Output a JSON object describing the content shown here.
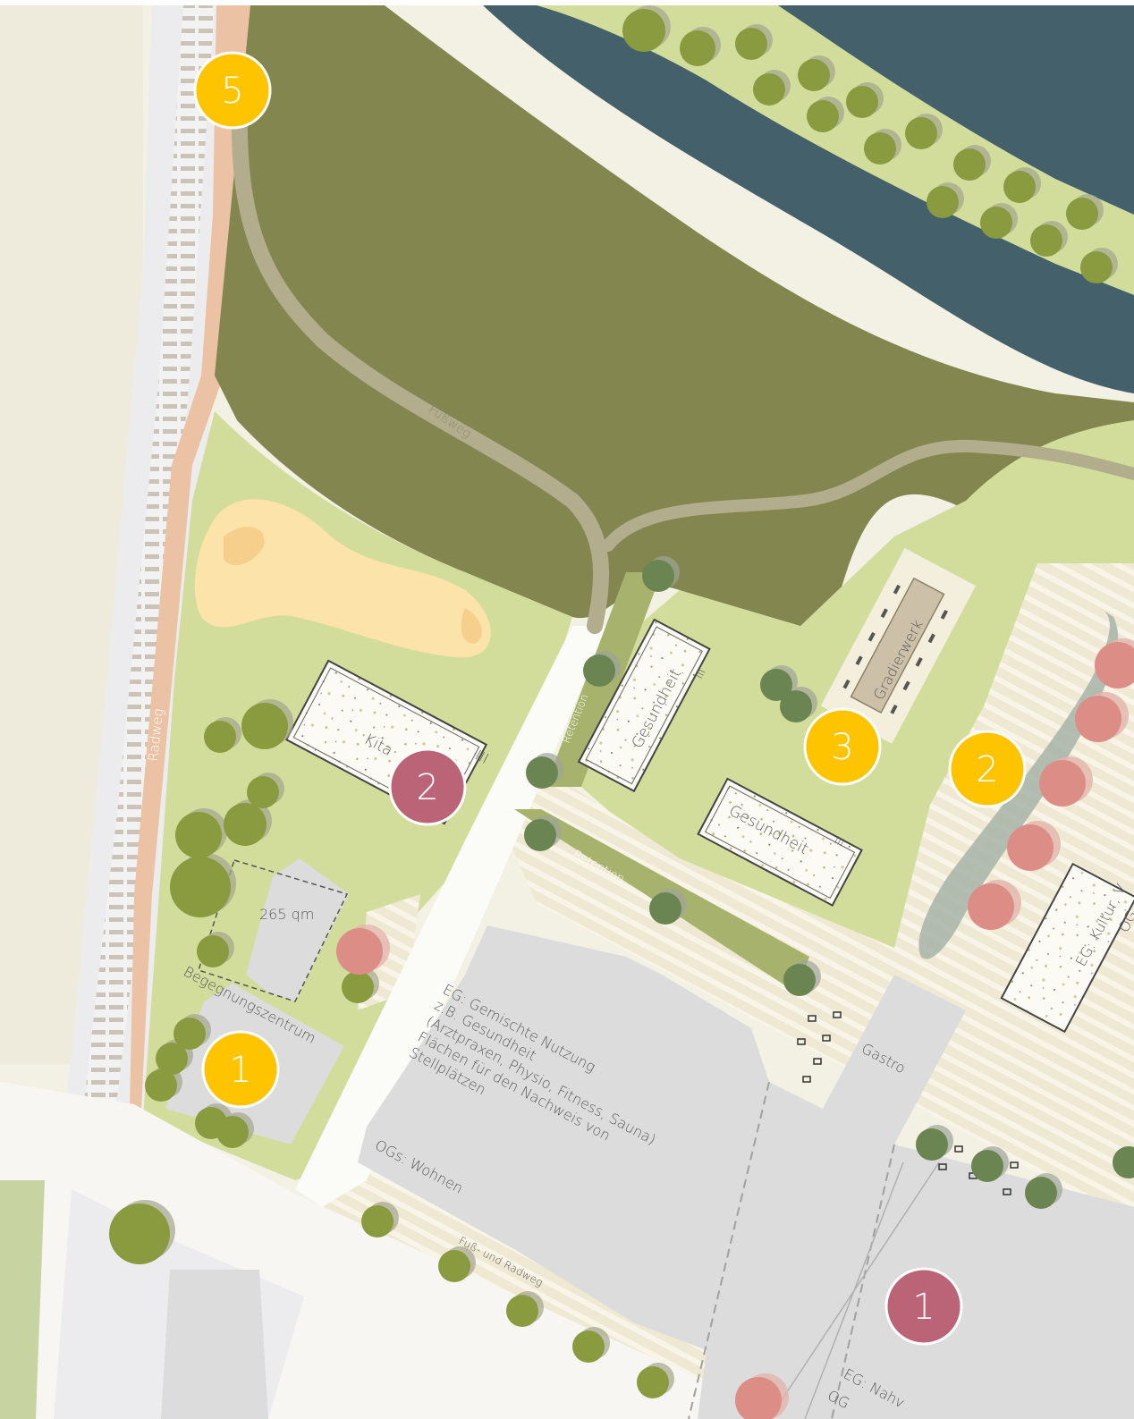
{
  "colors": {
    "background": "#f3f0e4",
    "meadow": "#d2dd9c",
    "forest": "#83874f",
    "water": "#43606b",
    "building": "#dcdcdc",
    "bike_lane": "#ebc2a3",
    "sand": "#fbe3a9",
    "marker_yellow": "#ffc400",
    "marker_mauve": "#bb6377",
    "tree_green": "#8a9a3e",
    "tree_dark": "#6a8551",
    "tree_red": "#dc8e86"
  },
  "markers": [
    {
      "id": "marker-5-yellow",
      "number": "5",
      "color": "yellow"
    },
    {
      "id": "marker-3-yellow",
      "number": "3",
      "color": "yellow"
    },
    {
      "id": "marker-2-yellow",
      "number": "2",
      "color": "yellow"
    },
    {
      "id": "marker-1-yellow",
      "number": "1",
      "color": "yellow"
    },
    {
      "id": "marker-2-mauve",
      "number": "2",
      "color": "mauve"
    },
    {
      "id": "marker-1-mauve",
      "number": "1",
      "color": "mauve"
    }
  ],
  "labels": {
    "radweg": "Radweg",
    "fussweg": "Fußweg",
    "kita": "Kita",
    "retention_1": "Retention",
    "retention_2": "Retention",
    "gesundheit_1": "Gesundheit",
    "gesundheit_2": "Gesundheit",
    "gradierwerk": "Gradierwerk",
    "area_265": "265 qm",
    "begegnungszentrum": "Begegnungszentrum",
    "gastro": "Gastro",
    "fuss_radweg": "Fuß- und Radweg",
    "storey_short": "III",
    "storey_short_2": "III",
    "storey_short_3": "III",
    "mixed_use_lines": [
      "EG: Gemischte Nutzung",
      "z.B. Gesundheit",
      "(Arztpraxen, Physio, Fitness, Sauna)",
      "Flächen für den Nachweis von",
      "Stellplätzen"
    ],
    "ogs_wohnen": "OGs: Wohnen",
    "eg_kultur": "EG: Kultur, V",
    "eg_kultur_2": "OG",
    "eg_nahv": "EG: Nahv",
    "og_cut": "OG"
  }
}
